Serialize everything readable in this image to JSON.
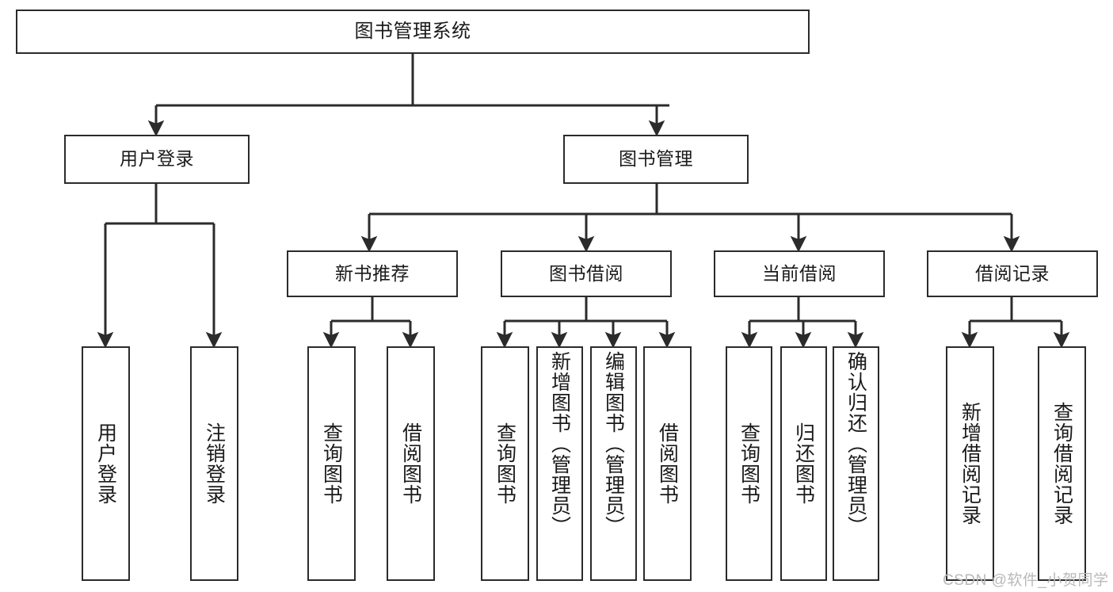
{
  "diagram": {
    "title": "图书管理系统",
    "type": "hierarchy-tree",
    "watermark": "CSDN @软件_小贺同学",
    "colors": {
      "stroke": "#2b2b2b",
      "fill": "#ffffff",
      "text": "#1a1a1a",
      "watermark": "#b9b9b9"
    },
    "levels": {
      "root": {
        "label": "图书管理系统"
      },
      "level2": [
        {
          "label": "用户登录"
        },
        {
          "label": "图书管理"
        }
      ],
      "level3": [
        {
          "label": "新书推荐"
        },
        {
          "label": "图书借阅"
        },
        {
          "label": "当前借阅"
        },
        {
          "label": "借阅记录"
        }
      ],
      "leaves": {
        "user_login": [
          {
            "label": "用户登录"
          },
          {
            "label": "注销登录"
          }
        ],
        "new_book_recommend": [
          {
            "label": "查询图书"
          },
          {
            "label": "借阅图书"
          }
        ],
        "book_borrow": [
          {
            "label": "查询图书"
          },
          {
            "label": "新增图书（管理员）"
          },
          {
            "label": "编辑图书（管理员）"
          },
          {
            "label": "借阅图书"
          }
        ],
        "current_borrow": [
          {
            "label": "查询图书"
          },
          {
            "label": "归还图书"
          },
          {
            "label": "确认归还（管理员）"
          }
        ],
        "borrow_records": [
          {
            "label": "新增借阅记录"
          },
          {
            "label": "查询借阅记录"
          }
        ]
      }
    }
  }
}
